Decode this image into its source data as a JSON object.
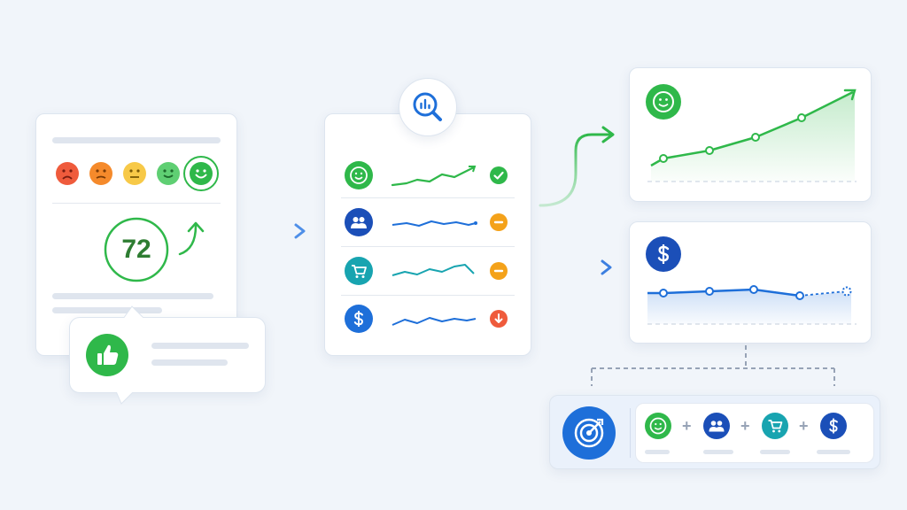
{
  "survey": {
    "score": "72",
    "faces": [
      "very-unhappy",
      "unhappy",
      "neutral",
      "happy",
      "very-happy-selected"
    ]
  },
  "dashboard": {
    "rows": [
      {
        "icon": "smiley-icon",
        "status": "check-icon",
        "status_color": "#2fb84a"
      },
      {
        "icon": "people-icon",
        "status": "minus-icon",
        "status_color": "#f4a21a"
      },
      {
        "icon": "cart-icon",
        "status": "minus-icon",
        "status_color": "#f4a21a"
      },
      {
        "icon": "dollar-icon",
        "status": "down-arrow-icon",
        "status_color": "#ef5b3c"
      }
    ]
  },
  "colors": {
    "green": "#2fb84a",
    "blue": "#1e6fd9",
    "navy": "#1b4fb8",
    "teal": "#18a4b0",
    "orange": "#f4a21a",
    "red": "#ef5b3c"
  }
}
